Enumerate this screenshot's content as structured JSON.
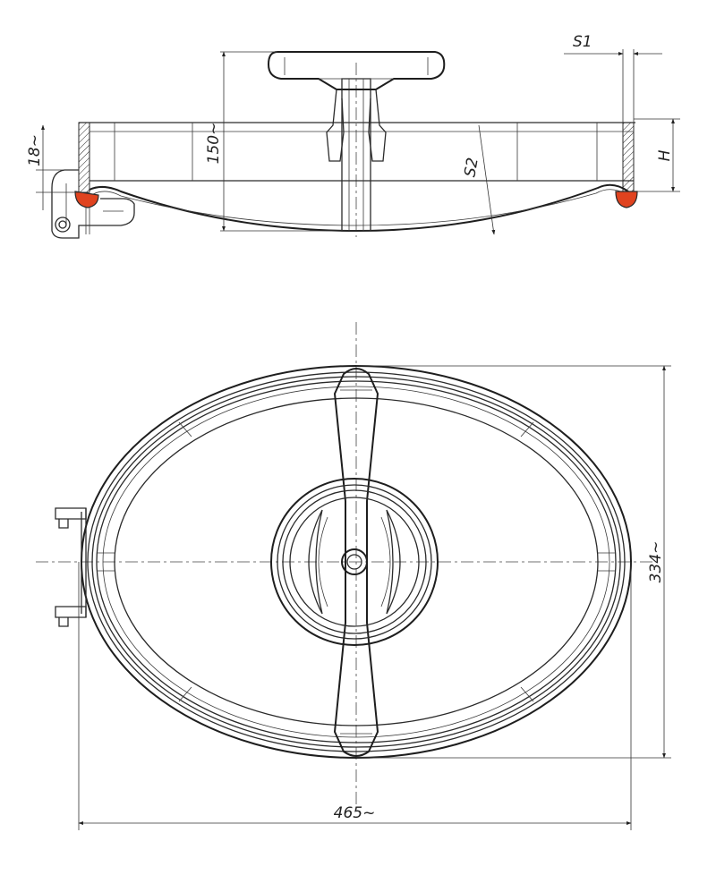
{
  "dimensions": {
    "s1": "S1",
    "s2": "S2",
    "h": "H",
    "d18": "18~",
    "d150": "150~",
    "d334": "334~",
    "d465": "465~"
  },
  "colors": {
    "gasket": "#e0431f",
    "line": "#2a2a2a"
  }
}
